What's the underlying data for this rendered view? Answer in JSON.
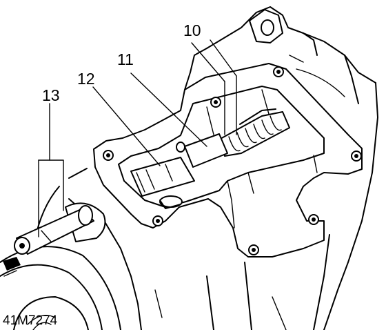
{
  "callouts": {
    "c10": "10",
    "c11": "11",
    "c12": "12",
    "c13": "13"
  },
  "figure_code": "41M7274",
  "colors": {
    "ink": "#000000",
    "paper": "#ffffff"
  }
}
